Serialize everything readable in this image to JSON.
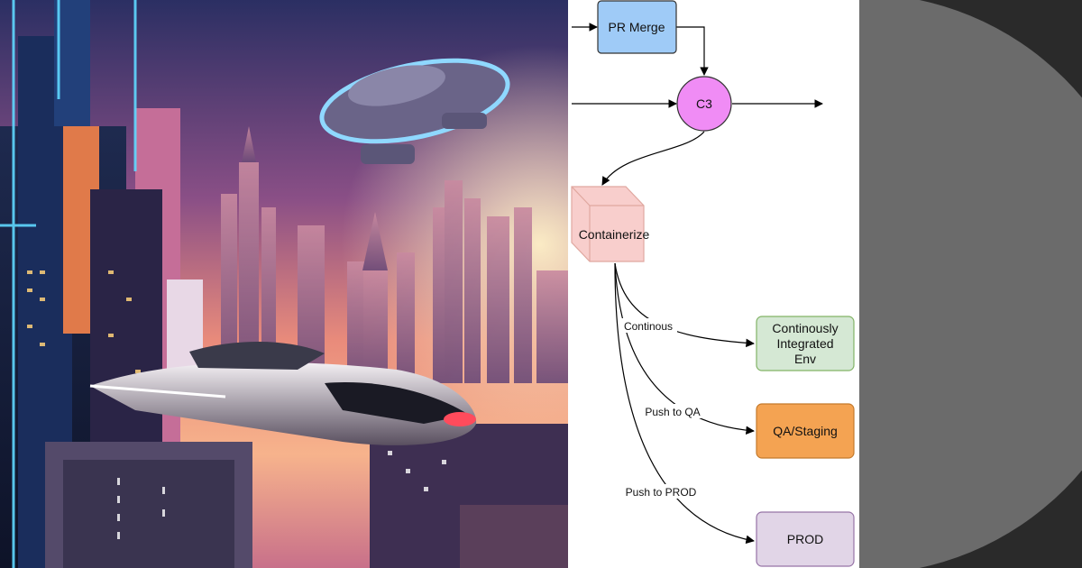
{
  "diagram": {
    "nodes": {
      "pr_merge": "PR Merge",
      "c3": "C3",
      "containerize": "Containerize",
      "ci_env_line1": "Continously",
      "ci_env_line2": "Integrated",
      "ci_env_line3": "Env",
      "qa": "QA/Staging",
      "prod": "PROD"
    },
    "edges": {
      "continuous": "Continous",
      "push_qa": "Push to QA",
      "push_prod": "Push to PROD"
    }
  },
  "colors": {
    "pr_merge_fill": "#9fcbf7",
    "c3_fill": "#f08cf5",
    "containerize_fill": "#f8cecc",
    "ci_env_fill": "#d5e8d4",
    "qa_fill": "#f4a352",
    "prod_fill": "#e1d5e7"
  }
}
